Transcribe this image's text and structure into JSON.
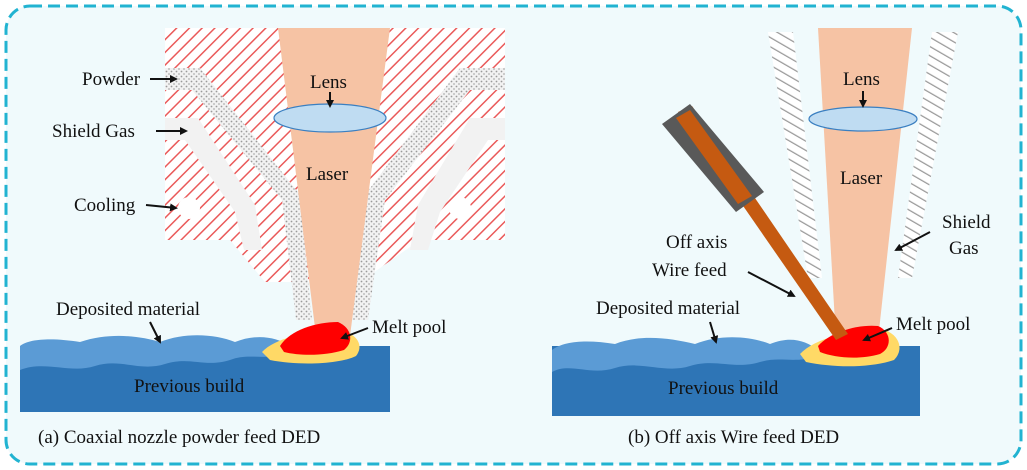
{
  "colors": {
    "frame": "#21b3d1",
    "background": "#f0fafc",
    "laser": "#f6c3a4",
    "lens": "#bfdcf2",
    "nozzle_hatch": "#ea5a5a",
    "shield_hatch": "#9a9a9a",
    "deposit": "#5b9bd5",
    "substrate": "#2e75b6",
    "melt_pool": "#ff0000",
    "heat_zone": "#ffd966",
    "wire": "#c55a11",
    "wire_holder": "#595959"
  },
  "left": {
    "labels": {
      "powder": "Powder",
      "shield_gas": "Shield Gas",
      "cooling": "Cooling",
      "lens": "Lens",
      "laser": "Laser",
      "deposited": "Deposited material",
      "melt_pool": "Melt pool",
      "previous_build": "Previous build"
    },
    "caption": "(a) Coaxial nozzle powder feed DED"
  },
  "right": {
    "labels": {
      "lens": "Lens",
      "laser": "Laser",
      "shield": "Shield",
      "gas": "Gas",
      "off_axis": "Off axis",
      "wire_feed": "Wire feed",
      "deposited": "Deposited material",
      "melt_pool": "Melt pool",
      "previous_build": "Previous build"
    },
    "caption": "(b) Off axis Wire feed DED"
  }
}
